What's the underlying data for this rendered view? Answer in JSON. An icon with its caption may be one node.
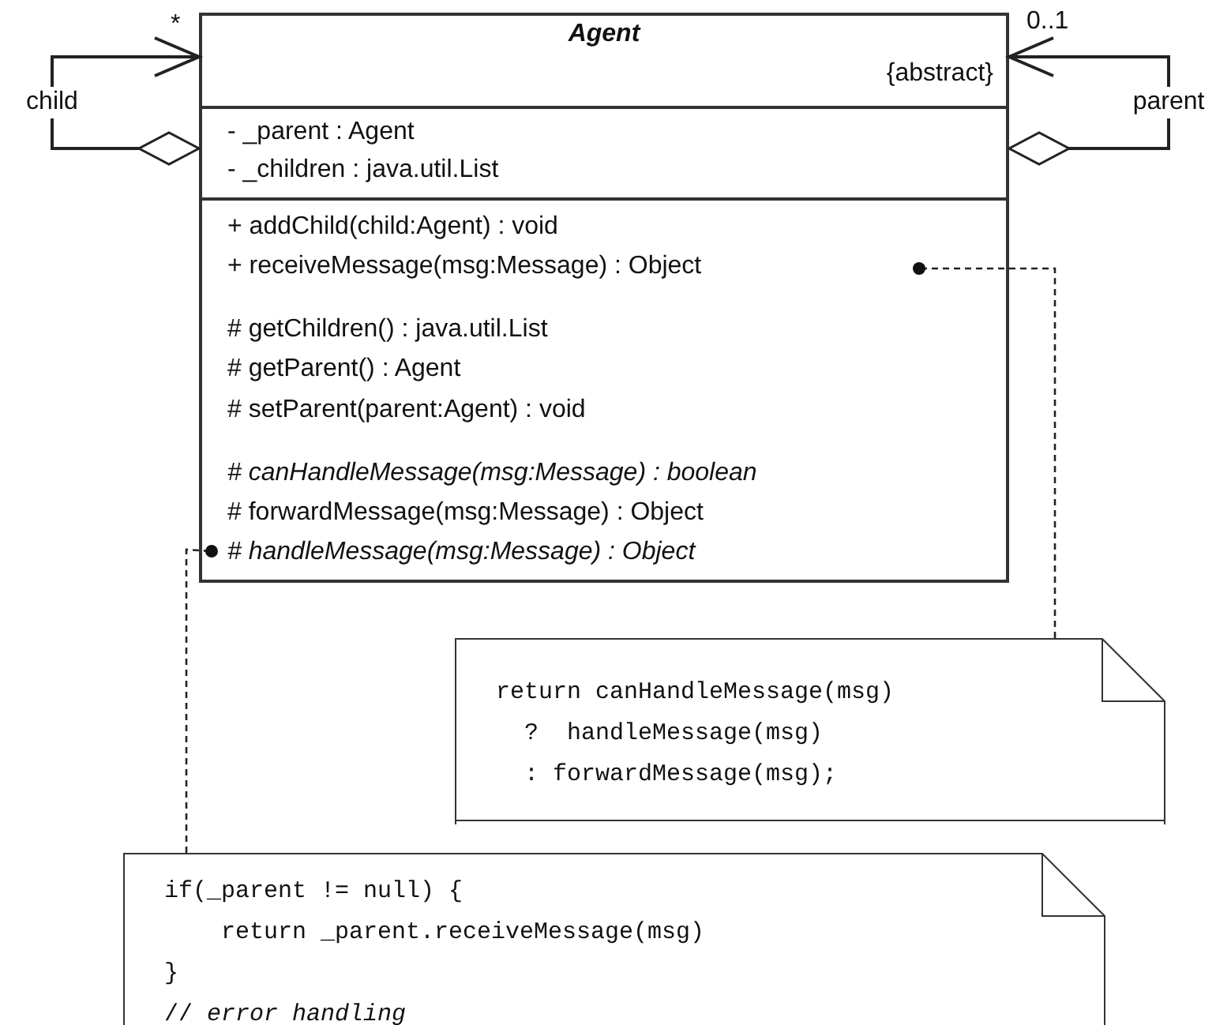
{
  "diagram": {
    "nodes": [
      {
        "text": [
          "Agent",
          "{abstract}",
          "- _parent : Agent",
          "- _children : java.util.List",
          "+ addChild(child:Agent) : void",
          "+ receiveMessage(msg:Message) : Object",
          "# getChildren() : java.util.List",
          "# getParent() : Agent",
          "# setParent(parent:Agent) : void",
          "*# canHandleMessage(msg:Message) : boolean*",
          "# forwardMessage(msg:Message) : Object",
          "*# handleMessage(msg:Message) : Object*"
        ],
        "beside": [
          "*",
          "0..1"
        ]
      },
      {
        "text": [
          "return canHandleMessage(msg)",
          "  ?  handleMessage(msg)",
          "  : forwardMessage(msg);"
        ]
      },
      {
        "text": [
          "if(_parent != null) {",
          "    return _parent.receiveMessage(msg)",
          "}",
          "// *error handling*"
        ]
      }
    ],
    "edges": [
      {
        "from": 0,
        "to": 0,
        "arrow": "to",
        "label": "child"
      },
      {
        "from": 0,
        "to": 0,
        "arrow": "to",
        "label": "parent"
      },
      {
        "from": 1,
        "to": 0,
        "arrow": "other",
        "style": "dashed"
      },
      {
        "from": 2,
        "to": 0,
        "arrow": "other",
        "style": "dashed"
      }
    ]
  }
}
